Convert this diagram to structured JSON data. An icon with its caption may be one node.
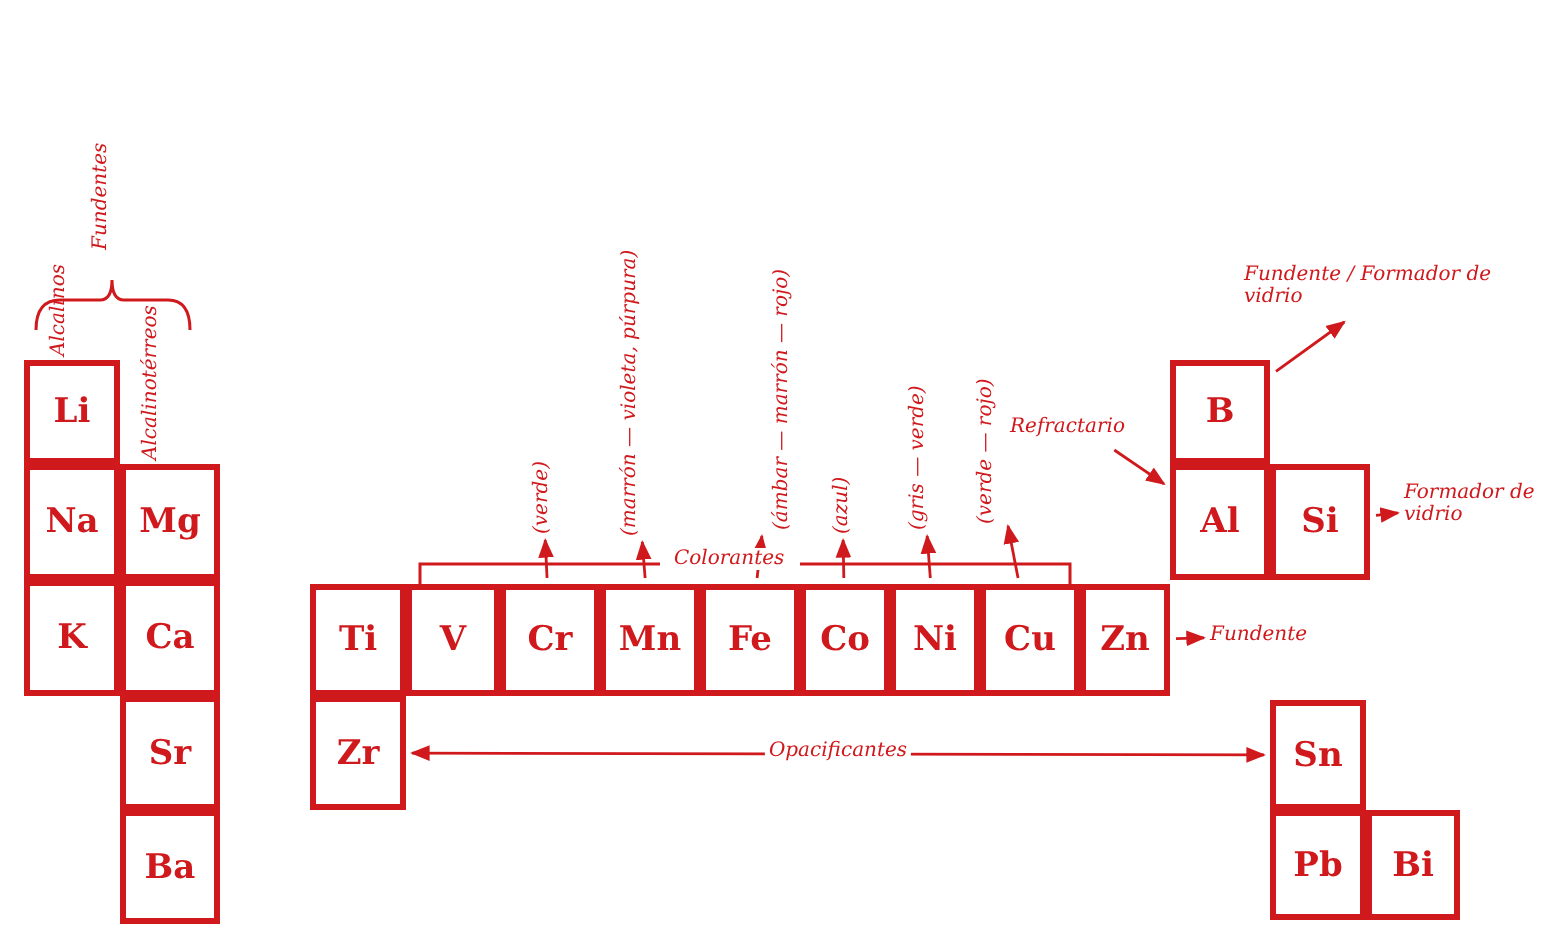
{
  "diagram": {
    "nodes": [
      {
        "text": [
          "Li"
        ]
      },
      {
        "text": [
          "Na"
        ]
      },
      {
        "text": [
          "Mg"
        ]
      },
      {
        "text": [
          "K"
        ]
      },
      {
        "text": [
          "Ca"
        ]
      },
      {
        "text": [
          "Sr"
        ]
      },
      {
        "text": [
          "Ba"
        ]
      },
      {
        "text": [
          "(verde)"
        ]
      },
      {
        "text": [
          "(marrón — violeta, púrpura)"
        ]
      },
      {
        "text": [
          "(ámbar — marrón — rojo)"
        ]
      },
      {
        "text": [
          "(azul)"
        ]
      },
      {
        "text": [
          "(gris — verde)"
        ]
      },
      {
        "text": [
          "(verde — rojo)"
        ]
      },
      {
        "text": [
          "Fundente / Formador de vidrio"
        ]
      },
      {
        "text": [
          "B"
        ]
      },
      {
        "text": [
          "Refractario"
        ]
      },
      {
        "text": [
          "Al"
        ]
      },
      {
        "text": [
          "Si"
        ]
      },
      {
        "text": [
          "Formador de vidrio"
        ]
      },
      {
        "text": [
          "Ti"
        ]
      },
      {
        "text": [
          "V"
        ]
      },
      {
        "text": [
          "Cr"
        ]
      },
      {
        "text": [
          "Mn"
        ]
      },
      {
        "text": [
          "Fe"
        ]
      },
      {
        "text": [
          "Co"
        ]
      },
      {
        "text": [
          "Ni"
        ]
      },
      {
        "text": [
          "Cu"
        ]
      },
      {
        "text": [
          "Zn"
        ]
      },
      {
        "text": [
          "Fundente"
        ]
      },
      {
        "text": [
          "Zr"
        ]
      },
      {
        "text": [
          "Sn"
        ]
      },
      {
        "text": [
          "Pb"
        ]
      },
      {
        "text": [
          "Bi"
        ]
      }
    ],
    "edges": [
      {
        "from": 21,
        "to": 7,
        "arrow": "to"
      },
      {
        "from": 22,
        "to": 8,
        "arrow": "to"
      },
      {
        "from": 23,
        "to": 9,
        "arrow": "to"
      },
      {
        "from": 24,
        "to": 10,
        "arrow": "to"
      },
      {
        "from": 25,
        "to": 11,
        "arrow": "to"
      },
      {
        "from": 26,
        "to": 12,
        "arrow": "to"
      },
      {
        "from": 14,
        "to": 13,
        "arrow": "to"
      },
      {
        "from": 15,
        "to": 16,
        "arrow": "to"
      },
      {
        "from": 17,
        "to": 18,
        "arrow": "to"
      },
      {
        "from": 27,
        "to": 28,
        "arrow": "to"
      },
      {
        "from": 29,
        "to": 30,
        "arrow": "both",
        "label": "Opacificantes"
      }
    ],
    "labels": [
      "Fundentes",
      "Alcalinos",
      "Alcalinotérreos",
      "Colorantes"
    ]
  }
}
